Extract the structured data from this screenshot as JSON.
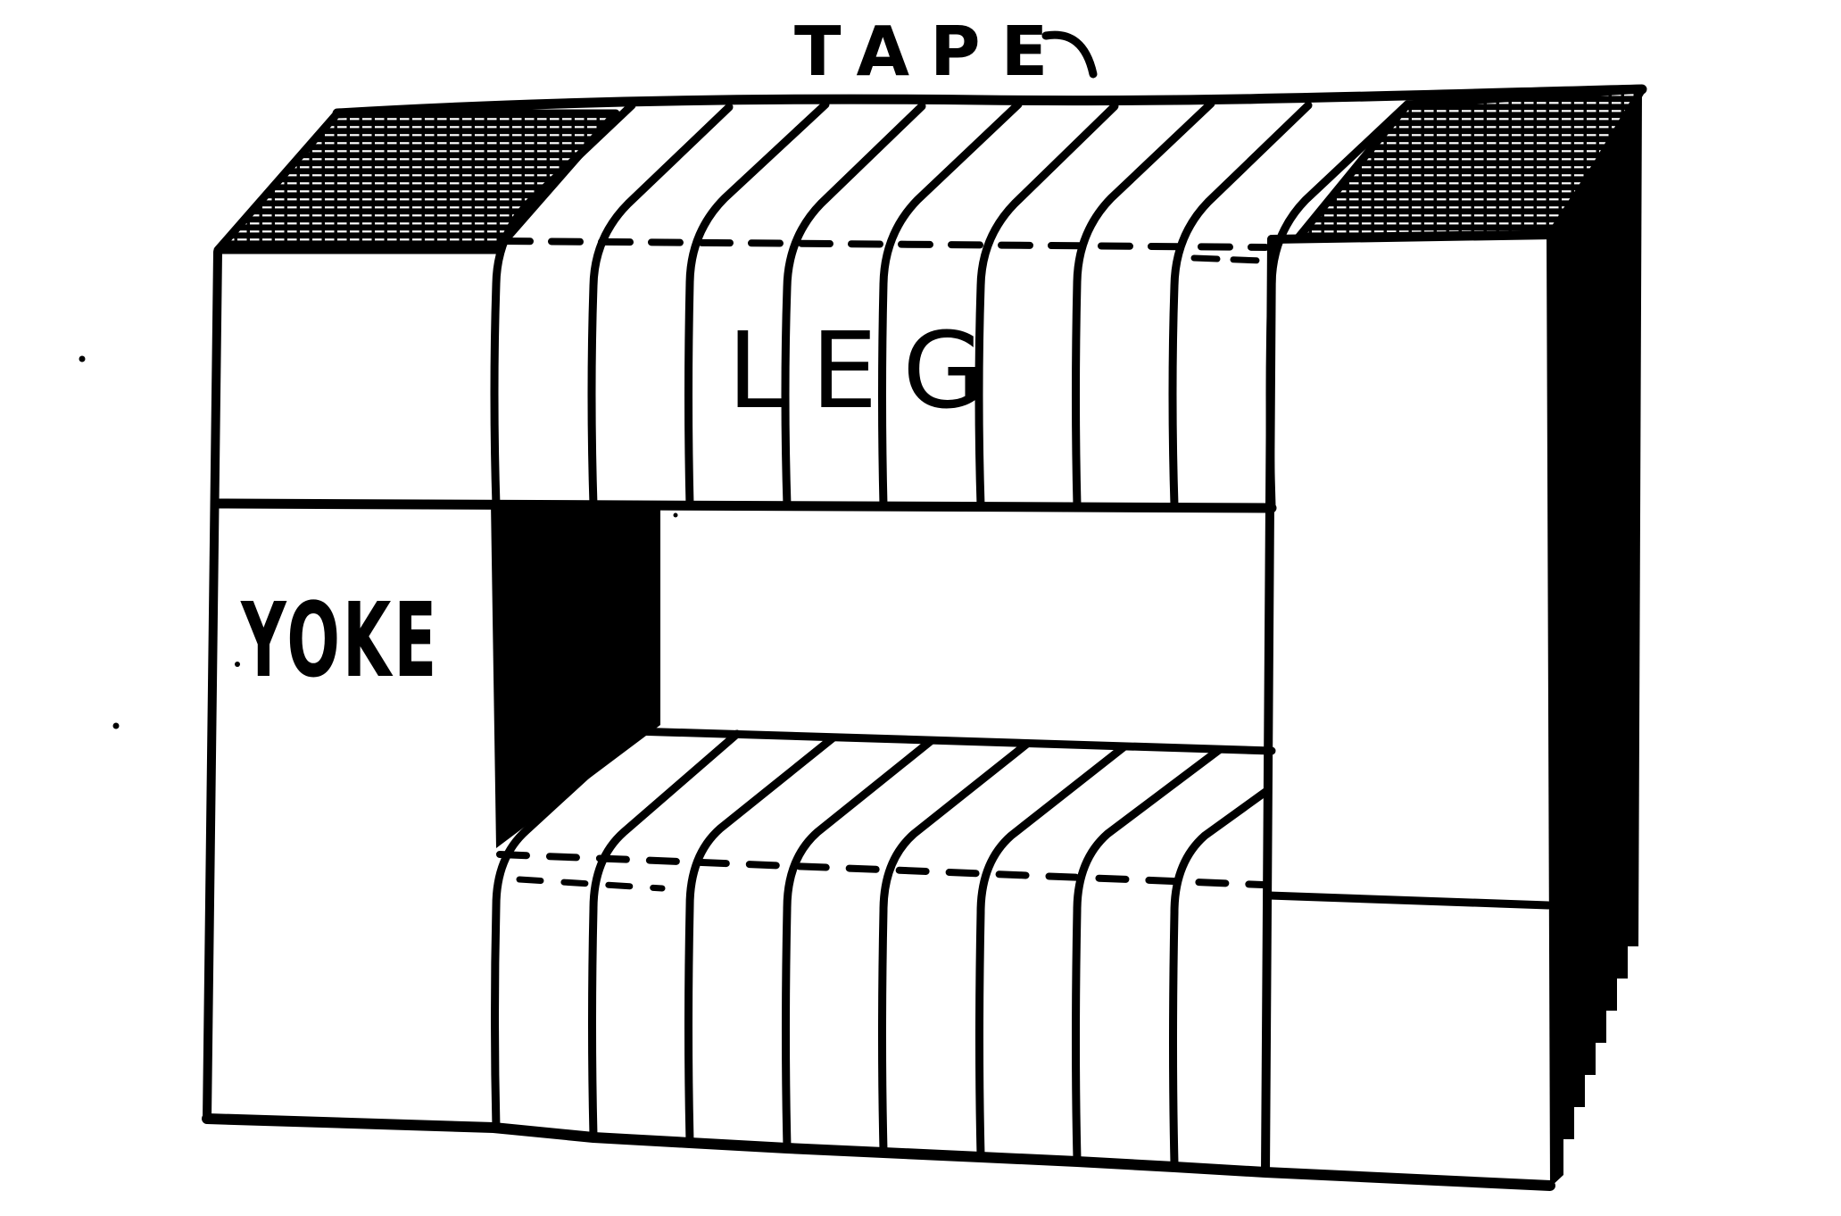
{
  "figure": {
    "labels": {
      "tape": "TAPE",
      "leg": "LEG",
      "yoke": "YOKE"
    },
    "colors": {
      "ink": "#000000",
      "paper": "#ffffff"
    }
  }
}
